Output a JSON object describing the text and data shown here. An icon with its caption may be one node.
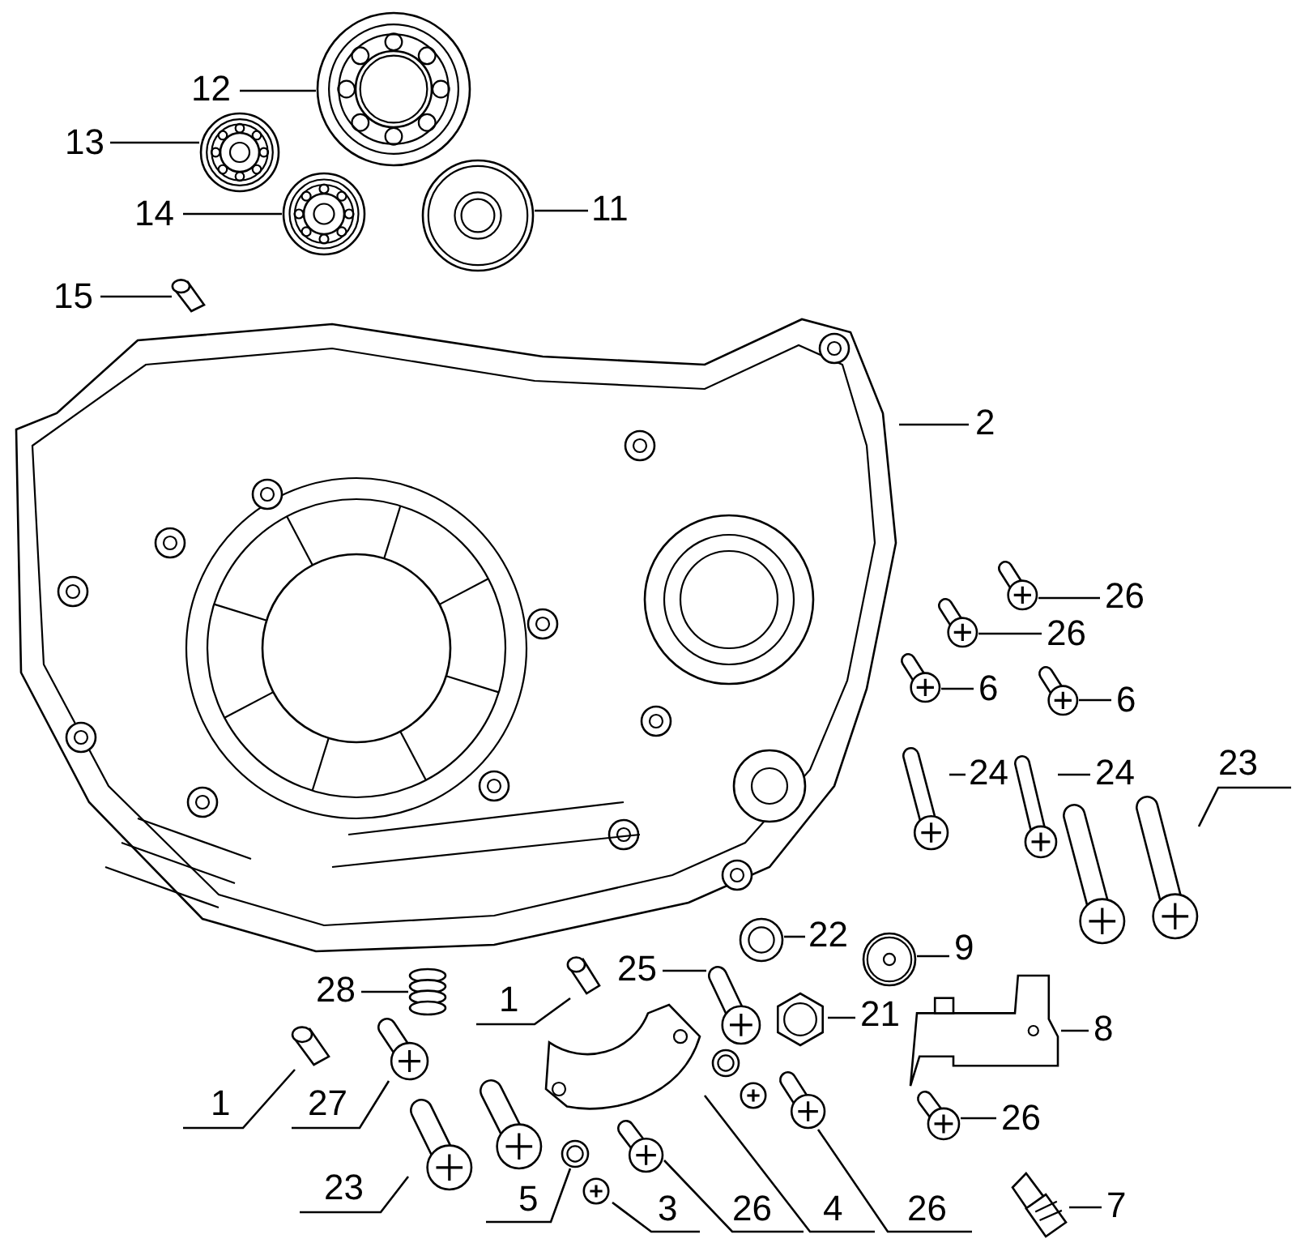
{
  "diagram": {
    "nodes": [
      {
        "text": [
          "12"
        ]
      },
      {
        "text": [],
        "shape": "picture"
      },
      {
        "text": [
          "13"
        ]
      },
      {
        "text": [],
        "shape": "picture"
      },
      {
        "text": [
          "14"
        ]
      },
      {
        "text": [],
        "shape": "picture"
      },
      {
        "text": [
          "11"
        ]
      },
      {
        "text": [],
        "shape": "picture"
      },
      {
        "text": [
          "15"
        ]
      },
      {
        "text": [],
        "shape": "picture"
      },
      {
        "text": [
          "2"
        ]
      },
      {
        "text": [],
        "shape": "picture"
      },
      {
        "text": [
          "26"
        ]
      },
      {
        "text": [],
        "shape": "picture"
      },
      {
        "text": [
          "26"
        ]
      },
      {
        "text": [],
        "shape": "picture"
      },
      {
        "text": [
          "6"
        ]
      },
      {
        "text": [],
        "shape": "picture"
      },
      {
        "text": [
          "6"
        ]
      },
      {
        "text": [],
        "shape": "picture"
      },
      {
        "text": [
          "24"
        ]
      },
      {
        "text": [],
        "shape": "picture"
      },
      {
        "text": [
          "24"
        ]
      },
      {
        "text": [],
        "shape": "picture"
      },
      {
        "text": [
          "23"
        ]
      },
      {
        "text": [],
        "shape": "picture"
      },
      {
        "text": [
          "22"
        ]
      },
      {
        "text": [],
        "shape": "picture"
      },
      {
        "text": [
          "9"
        ]
      },
      {
        "text": [],
        "shape": "picture"
      },
      {
        "text": [
          "25"
        ]
      },
      {
        "text": [],
        "shape": "picture"
      },
      {
        "text": [
          "21"
        ]
      },
      {
        "text": [],
        "shape": "picture"
      },
      {
        "text": [
          "8"
        ]
      },
      {
        "text": [],
        "shape": "picture"
      },
      {
        "text": [
          "26"
        ]
      },
      {
        "text": [],
        "shape": "picture"
      },
      {
        "text": [
          "28"
        ]
      },
      {
        "text": [],
        "shape": "picture"
      },
      {
        "text": [
          "1"
        ]
      },
      {
        "text": [],
        "shape": "picture"
      },
      {
        "text": [
          "1"
        ]
      },
      {
        "text": [],
        "shape": "picture"
      },
      {
        "text": [
          "27"
        ]
      },
      {
        "text": [],
        "shape": "picture"
      },
      {
        "text": [
          "23"
        ]
      },
      {
        "text": [],
        "shape": "picture"
      },
      {
        "text": [
          "5"
        ]
      },
      {
        "text": [],
        "shape": "picture"
      },
      {
        "text": [
          "3"
        ]
      },
      {
        "text": [],
        "shape": "picture"
      },
      {
        "text": [
          "26"
        ]
      },
      {
        "text": [],
        "shape": "picture"
      },
      {
        "text": [
          "4"
        ]
      },
      {
        "text": [],
        "shape": "picture"
      },
      {
        "text": [
          "26"
        ]
      },
      {
        "text": [],
        "shape": "picture"
      },
      {
        "text": [
          "7"
        ]
      },
      {
        "text": [],
        "shape": "picture"
      }
    ],
    "edges": [
      {
        "from": 0,
        "to": 1,
        "arrow": "none"
      },
      {
        "from": 2,
        "to": 3,
        "arrow": "none"
      },
      {
        "from": 4,
        "to": 5,
        "arrow": "none"
      },
      {
        "from": 6,
        "to": 7,
        "arrow": "none"
      },
      {
        "from": 8,
        "to": 9,
        "arrow": "none"
      },
      {
        "from": 10,
        "to": 11,
        "arrow": "none"
      },
      {
        "from": 12,
        "to": 13,
        "arrow": "none"
      },
      {
        "from": 14,
        "to": 15,
        "arrow": "none"
      },
      {
        "from": 16,
        "to": 17,
        "arrow": "none"
      },
      {
        "from": 18,
        "to": 19,
        "arrow": "none"
      },
      {
        "from": 20,
        "to": 21,
        "arrow": "none"
      },
      {
        "from": 22,
        "to": 23,
        "arrow": "none"
      },
      {
        "from": 24,
        "to": 25,
        "arrow": "none"
      },
      {
        "from": 26,
        "to": 27,
        "arrow": "none"
      },
      {
        "from": 28,
        "to": 29,
        "arrow": "none"
      },
      {
        "from": 30,
        "to": 31,
        "arrow": "none"
      },
      {
        "from": 32,
        "to": 33,
        "arrow": "none"
      },
      {
        "from": 34,
        "to": 35,
        "arrow": "none"
      },
      {
        "from": 36,
        "to": 37,
        "arrow": "none"
      },
      {
        "from": 38,
        "to": 39,
        "arrow": "none"
      },
      {
        "from": 40,
        "to": 41,
        "arrow": "none"
      },
      {
        "from": 42,
        "to": 43,
        "arrow": "none"
      },
      {
        "from": 44,
        "to": 45,
        "arrow": "none"
      },
      {
        "from": 46,
        "to": 47,
        "arrow": "none"
      },
      {
        "from": 48,
        "to": 49,
        "arrow": "none"
      },
      {
        "from": 50,
        "to": 51,
        "arrow": "none"
      },
      {
        "from": 52,
        "to": 53,
        "arrow": "none"
      },
      {
        "from": 54,
        "to": 55,
        "arrow": "none"
      },
      {
        "from": 56,
        "to": 57,
        "arrow": "none"
      },
      {
        "from": 58,
        "to": 59,
        "arrow": "none"
      }
    ]
  }
}
